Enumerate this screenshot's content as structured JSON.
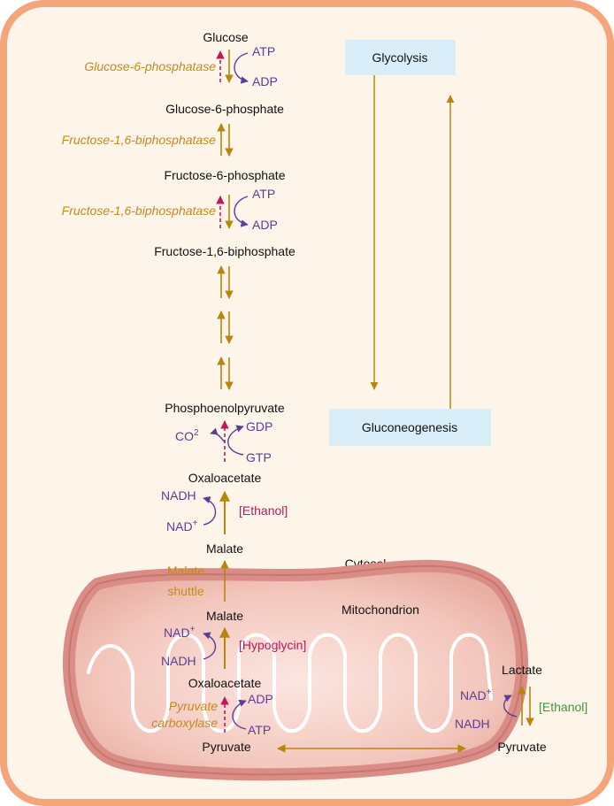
{
  "metabolites": {
    "glucose": "Glucose",
    "g6p": "Glucose-6-phosphate",
    "f6p": "Fructose-6-phosphate",
    "f16bp": "Fructose-1,6-biphosphate",
    "pep": "Phosphoenolpyruvate",
    "oaa_cyto": "Oxaloacetate",
    "malate_cyto": "Malate",
    "malate_mito": "Malate",
    "oaa_mito": "Oxaloacetate",
    "pyruvate_mito": "Pyruvate",
    "lactate": "Lactate",
    "pyruvate_cyto": "Pyruvate"
  },
  "enzymes": {
    "g6pase": "Glucose-6-phosphatase",
    "fbpase_1": "Fructose-1,6-biphosphatase",
    "fbpase_2": "Fructose-1,6-biphosphatase",
    "malate_shuttle_line1": "Malate",
    "malate_shuttle_line2": "shuttle",
    "pc_line1": "Pyruvate",
    "pc_line2": "carboxylase"
  },
  "cofactors": {
    "atp1": "ATP",
    "adp1": "ADP",
    "atp2": "ATP",
    "adp2": "ADP",
    "co2_base": "CO",
    "co2_sup": "2",
    "gdp": "GDP",
    "gtp": "GTP",
    "nadh1": "NADH",
    "nad1_base": "NAD",
    "nad1_sup": "+",
    "nad2_base": "NAD",
    "nad2_sup": "+",
    "nadh2": "NADH",
    "adp3": "ADP",
    "atp3": "ATP",
    "nad3_base": "NAD",
    "nad3_sup": "+",
    "nadh3": "NADH"
  },
  "inhibitors": {
    "ethanol_cyto": "[Ethanol]",
    "hypoglycin": "[Hypoglycin]",
    "ethanol_lactate": "[Ethanol]"
  },
  "compartments": {
    "cytosol": "Cytosol",
    "mitochondrion": "Mitochondrion"
  },
  "pathways": {
    "glycolysis": "Glycolysis",
    "gluconeogenesis": "Gluconeogenesis"
  },
  "colors": {
    "cell_border": "#f4a57a",
    "cell_fill": "#fdf4ea",
    "pathway_box": "#d9eef8",
    "mito_outer": "#d98d86",
    "mito_inner": "#f7d4cd",
    "arrow_gold": "#b8860b",
    "enzyme_gold": "#c48a1c",
    "cofactor_purple": "#5b3d97",
    "inhibitor_red": "#c2185b",
    "ethanol_green": "#3d9a3d"
  }
}
